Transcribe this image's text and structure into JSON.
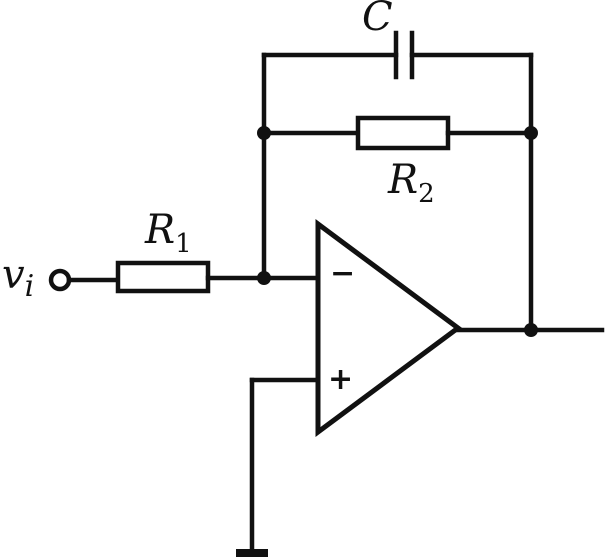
{
  "circuit": {
    "labels": {
      "input_main": "v",
      "input_sub": "i",
      "r1_main": "R",
      "r1_sub": "1",
      "r2_main": "R",
      "r2_sub": "2",
      "capacitor": "C",
      "inverting_sign": "−",
      "noninverting_sign": "+"
    },
    "components": [
      "input-terminal",
      "resistor-r1",
      "resistor-r2",
      "capacitor-c",
      "op-amp",
      "ground"
    ]
  }
}
